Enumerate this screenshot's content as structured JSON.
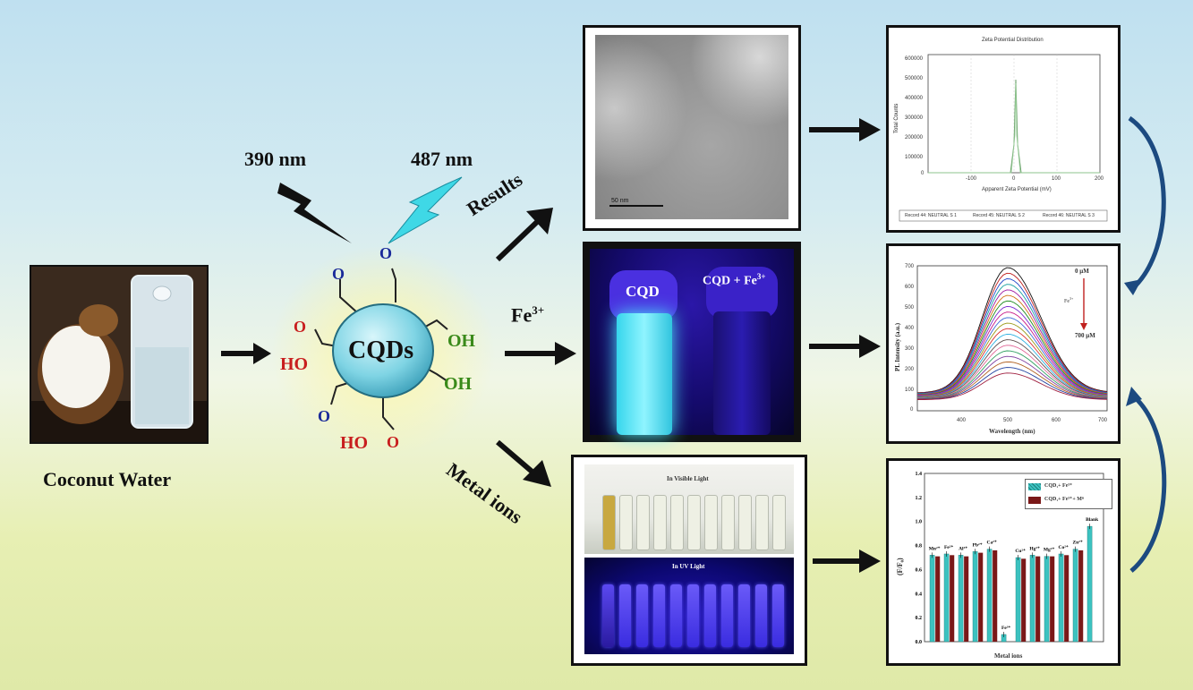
{
  "labels": {
    "coconut_water": "Coconut Water",
    "cqds": "CQDs",
    "ex_390": "390 nm",
    "em_487": "487 nm",
    "results": "Results",
    "fe3": "Fe",
    "fe3_sup": "3+",
    "metal_ions": "Metal ions"
  },
  "groups": {
    "ho_left": "HO",
    "ho_bottom": "HO",
    "oh_top": "OH",
    "oh_bottom": "OH",
    "o": "O"
  },
  "tem": {
    "scale": "50 nm"
  },
  "zeta": {
    "title": "Zeta Potential Distribution",
    "ylabel": "Total Counts",
    "xlabel": "Apparent Zeta Potential (mV)",
    "yticks": [
      "600000",
      "500000",
      "400000",
      "300000",
      "200000",
      "100000",
      "0"
    ],
    "xticks": [
      "-100",
      "0",
      "100",
      "200"
    ],
    "legend": [
      "Record 44: NEUTRAL S 1",
      "Record 45: NEUTRAL S 2",
      "Record 46: NEUTRAL S 3"
    ]
  },
  "vials": {
    "left": "CQD",
    "right": "CQD + Fe",
    "right_sup": "3+"
  },
  "pl": {
    "ylabel": "PL Intensity (a.u.)",
    "xlabel": "Wavelength (nm)",
    "yticks": [
      "700",
      "600",
      "500",
      "400",
      "300",
      "200",
      "100",
      "0"
    ],
    "xticks": [
      "400",
      "500",
      "600",
      "700"
    ],
    "top_conc": "0 μM",
    "bottom_conc": "700 μM",
    "fe_label": "Fe",
    "fe_sup": "3+"
  },
  "photos": {
    "visible": "In Visible Light",
    "uv": "In UV Light"
  },
  "bar": {
    "ylabel": "(F/F₀)",
    "xlabel": "Metal ions",
    "yticks": [
      "1.4",
      "1.2",
      "1.0",
      "0.8",
      "0.6",
      "0.4",
      "0.2",
      "0.0"
    ],
    "legend": [
      "CQD₁+ Fe³⁺",
      "CQD₁+ Fe³⁺+ Mⁿ"
    ],
    "colors": {
      "cyan": "#3cc2c0",
      "maroon": "#7a1818"
    }
  },
  "chart_data": {
    "type": "bar",
    "categories": [
      "Mn²⁺",
      "Fe²⁺",
      "Al³⁺",
      "Pb²⁺",
      "Ca²⁺",
      "Fe³⁺",
      "Cu²⁺",
      "Hg²⁺",
      "Mg²⁺",
      "Co²⁺",
      "Zn²⁺",
      "Blank"
    ],
    "series": [
      {
        "name": "CQD₁+ Fe³⁺",
        "values": [
          0.72,
          0.73,
          0.72,
          0.75,
          0.77,
          0.06,
          0.7,
          0.72,
          0.71,
          0.73,
          0.77,
          0.96
        ]
      },
      {
        "name": "CQD₁+ Fe³⁺+ Mⁿ",
        "values": [
          0.71,
          0.72,
          0.71,
          0.74,
          0.76,
          null,
          0.69,
          0.71,
          0.71,
          0.72,
          0.76,
          null
        ]
      }
    ],
    "ylabel": "(F/F₀)",
    "xlabel": "Metal ions",
    "ylim": [
      0,
      1.4
    ]
  }
}
